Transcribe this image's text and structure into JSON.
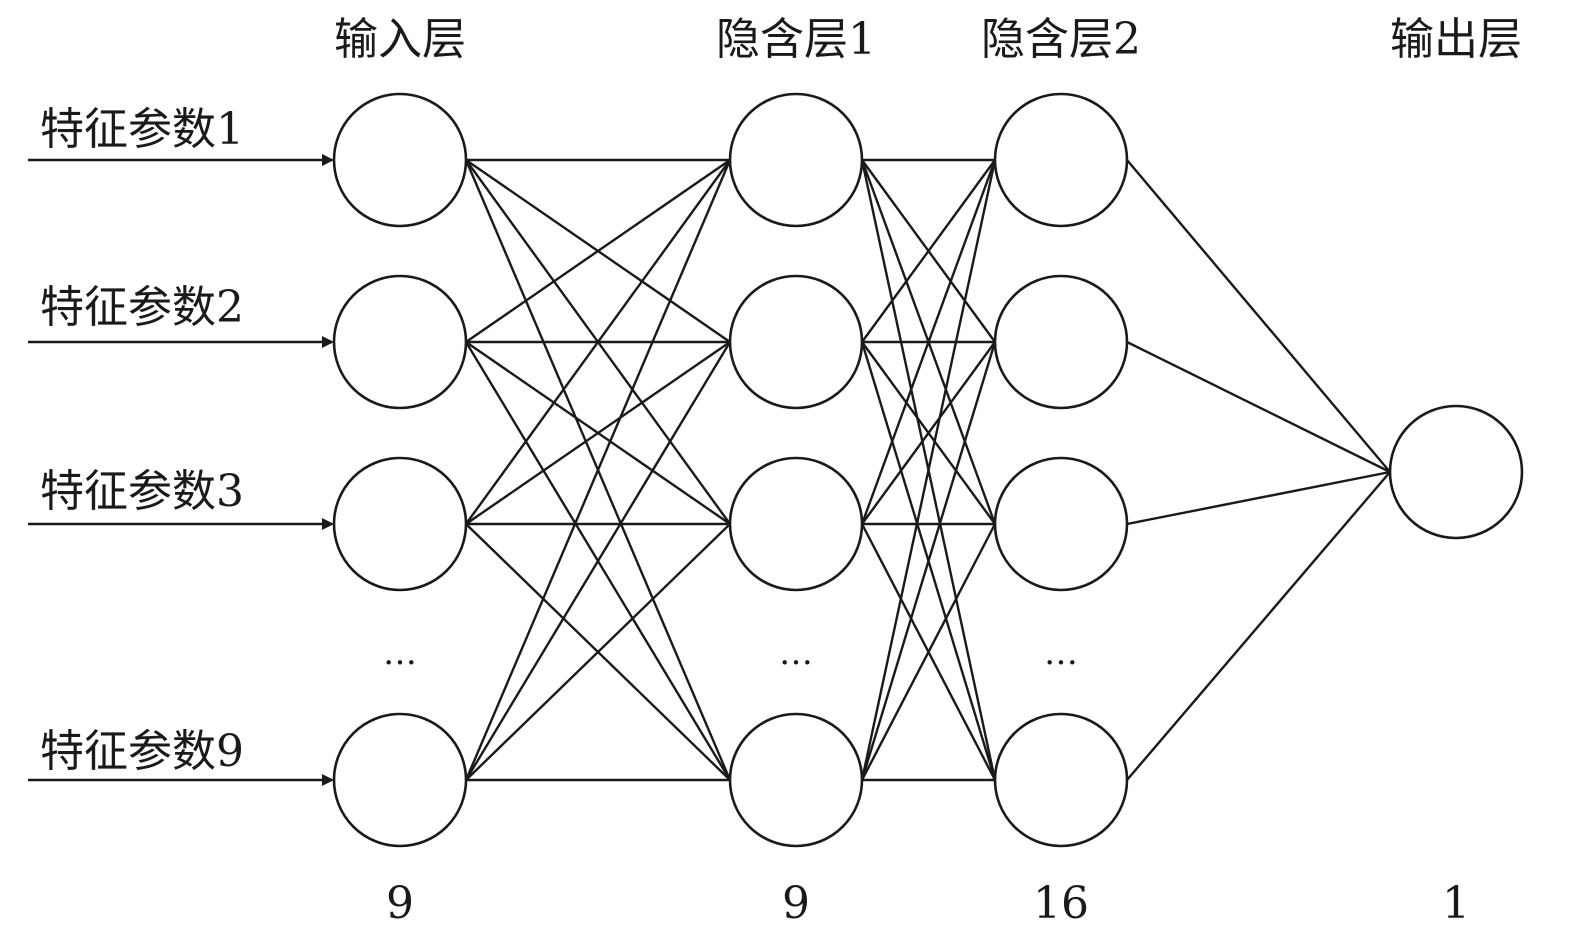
{
  "layers": [
    {
      "title": "输入层",
      "count": "9",
      "rows": 5
    },
    {
      "title": "隐含层1",
      "count": "9",
      "rows": 5
    },
    {
      "title": "隐含层2",
      "count": "16",
      "rows": 5
    },
    {
      "title": "输出层",
      "count": "1",
      "rows": 1
    }
  ],
  "ellipsis": "…",
  "inputs": [
    "特征参数1",
    "特征参数2",
    "特征参数3",
    "特征参数9"
  ],
  "colors": {
    "stroke": "#1a1a1a",
    "node_fill": "#ffffff"
  }
}
